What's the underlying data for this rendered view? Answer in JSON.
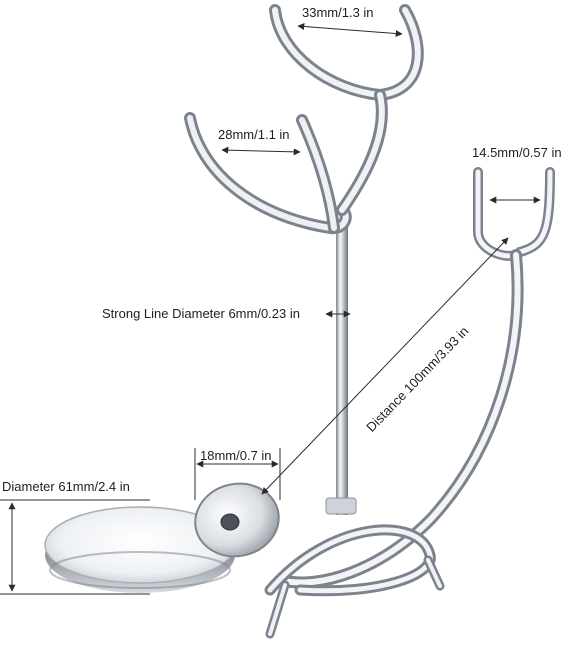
{
  "product": {
    "type": "shaving-stand-photo"
  },
  "dimensions": {
    "upper_brush_holder": "33mm/1.3 in",
    "lower_brush_holder": "28mm/1.1 in",
    "razor_holder": "14.5mm/0.57 in",
    "line_diameter": "Strong Line Diameter 6mm/0.23 in",
    "distance": "Distance 100mm/3.93 in",
    "ring_width": "18mm/0.7 in",
    "base_diameter": "Diameter 61mm/2.4 in"
  },
  "colors": {
    "chrome_light": "#f4f6f9",
    "chrome_mid": "#b9bec6",
    "chrome_dark": "#6e747d",
    "dimension_line": "#2b2b2b"
  }
}
